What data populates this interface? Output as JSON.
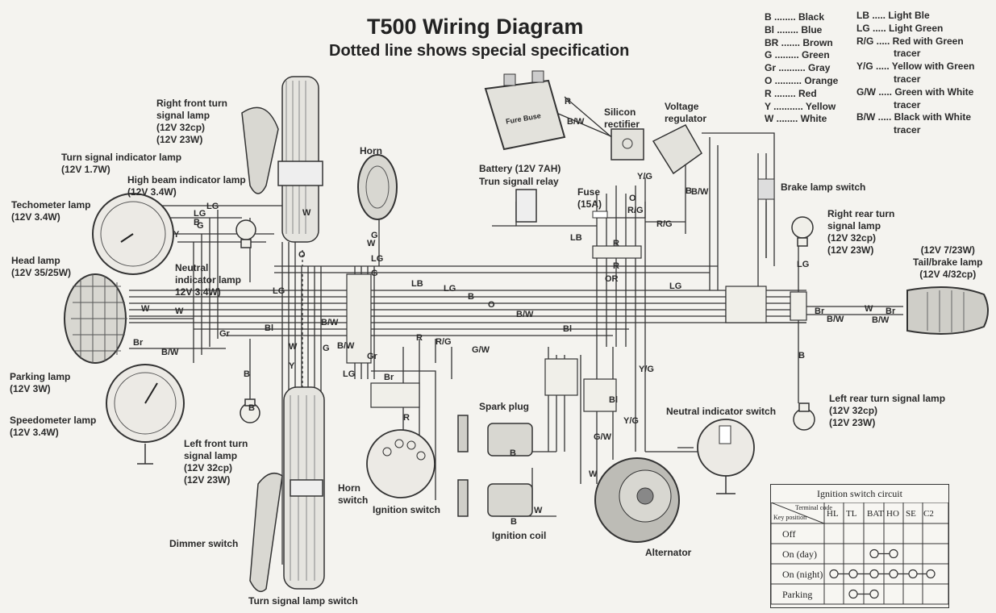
{
  "title": "T500 Wiring Diagram",
  "subtitle": "Dotted line shows special specification",
  "color_legend_left": [
    {
      "code": "B",
      "dots": "........",
      "name": "Black"
    },
    {
      "code": "Bl",
      "dots": "........",
      "name": "Blue"
    },
    {
      "code": "BR",
      "dots": ".......",
      "name": "Brown"
    },
    {
      "code": "G",
      "dots": ".........",
      "name": "Green"
    },
    {
      "code": "Gr",
      "dots": "..........",
      "name": "Gray"
    },
    {
      "code": "O",
      "dots": "..........",
      "name": "Orange"
    },
    {
      "code": "R",
      "dots": "........",
      "name": "Red"
    },
    {
      "code": "Y",
      "dots": "...........",
      "name": "Yellow"
    },
    {
      "code": "W",
      "dots": "........",
      "name": "White"
    }
  ],
  "color_legend_right": [
    {
      "code": "LB",
      "dots": ".....",
      "name": "Light Ble"
    },
    {
      "code": "LG",
      "dots": ".....",
      "name": "Light Green"
    },
    {
      "code": "R/G",
      "dots": ".....",
      "name": "Red with Green",
      "sub": "tracer"
    },
    {
      "code": "Y/G",
      "dots": ".....",
      "name": "Yellow with Green",
      "sub": "tracer"
    },
    {
      "code": "G/W",
      "dots": ".....",
      "name": "Green with White",
      "sub": "tracer"
    },
    {
      "code": "B/W",
      "dots": ".....",
      "name": "Black with White",
      "sub": "tracer"
    }
  ],
  "components": {
    "right_front_turn": "Right front turn\nsignal lamp\n(12V 32cp)\n(12V 23W)",
    "turn_indicator": "Turn signal indicator lamp\n(12V 1.7W)",
    "high_beam": "High beam indicator lamp\n(12V 3.4W)",
    "tachometer": "Techometer lamp\n(12V 3.4W)",
    "head_lamp": "Head lamp\n(12V 35/25W)",
    "neutral_indicator": "Neutral\nindicator lamp\n12V 3.4W)",
    "parking_lamp": "Parking lamp\n(12V 3W)",
    "speedometer": "Speedometer lamp\n(12V 3.4W)",
    "left_front_turn": "Left front turn\nsignal lamp\n(12V 32cp)\n(12V 23W)",
    "horn": "Horn",
    "horn_switch": "Horn\nswitch",
    "dimmer_switch": "Dimmer switch",
    "turn_switch": "Turn signal lamp switch",
    "battery": "Battery (12V 7AH)",
    "turn_relay": "Trun signall relay",
    "fuse": "Fuse\n(15A)",
    "silicon_rectifier": "Silicon\nrectifier",
    "voltage_regulator": "Voltage\nregulator",
    "brake_switch": "Brake lamp switch",
    "right_rear_turn": "Right rear turn\nsignal lamp\n(12V 32cp)\n(12V 23W)",
    "tail_lamp": "(12V 7/23W)\nTail/brake lamp\n(12V 4/32cp)",
    "left_rear_turn": "Left rear turn signal lamp\n(12V 32cp)\n(12V 23W)",
    "neutral_switch": "Neutral indicator switch",
    "spark_plug": "Spark plug",
    "ignition_switch": "Ignition switch",
    "ignition_coil": "Ignition coil",
    "alternator": "Alternator",
    "battery_face": "Fure Buse"
  },
  "wire_labels": [
    {
      "t": "LG"
    },
    {
      "t": "LG"
    },
    {
      "t": "LG"
    },
    {
      "t": "LG"
    },
    {
      "t": "LG"
    },
    {
      "t": "LG"
    },
    {
      "t": "LG"
    },
    {
      "t": "LG"
    },
    {
      "t": "B"
    },
    {
      "t": "B"
    },
    {
      "t": "B"
    },
    {
      "t": "B"
    },
    {
      "t": "B"
    },
    {
      "t": "B"
    },
    {
      "t": "B"
    },
    {
      "t": "B"
    },
    {
      "t": "Y"
    },
    {
      "t": "Y"
    },
    {
      "t": "O"
    },
    {
      "t": "O"
    },
    {
      "t": "O"
    },
    {
      "t": "OR"
    },
    {
      "t": "W"
    },
    {
      "t": "W"
    },
    {
      "t": "W"
    },
    {
      "t": "W"
    },
    {
      "t": "W"
    },
    {
      "t": "W"
    },
    {
      "t": "W"
    },
    {
      "t": "W"
    },
    {
      "t": "G"
    },
    {
      "t": "G"
    },
    {
      "t": "G"
    },
    {
      "t": "G"
    },
    {
      "t": "Gr"
    },
    {
      "t": "Gr"
    },
    {
      "t": "Br"
    },
    {
      "t": "Br"
    },
    {
      "t": "Br"
    },
    {
      "t": "Br"
    },
    {
      "t": "Bl"
    },
    {
      "t": "Bl"
    },
    {
      "t": "Bl"
    },
    {
      "t": "LB"
    },
    {
      "t": "LB"
    },
    {
      "t": "R"
    },
    {
      "t": "R"
    },
    {
      "t": "R"
    },
    {
      "t": "R"
    },
    {
      "t": "R"
    },
    {
      "t": "R/G"
    },
    {
      "t": "R/G"
    },
    {
      "t": "R/G"
    },
    {
      "t": "Y/G"
    },
    {
      "t": "Y/G"
    },
    {
      "t": "Y/G"
    },
    {
      "t": "G/W"
    },
    {
      "t": "G/W"
    },
    {
      "t": "B/W"
    },
    {
      "t": "B/W"
    },
    {
      "t": "B/W"
    },
    {
      "t": "B/W"
    },
    {
      "t": "B/W"
    },
    {
      "t": "B/W"
    },
    {
      "t": "B/W"
    },
    {
      "t": "B/W"
    }
  ],
  "ignition_table": {
    "caption": "Ignition switch circuit",
    "corner_top": "Terminal code",
    "corner_bottom": "Key position",
    "columns": [
      "HL",
      "TL",
      "BAT",
      "HO",
      "SE",
      "C2"
    ],
    "rows": [
      {
        "label": "Off",
        "connected": []
      },
      {
        "label": "On (day)",
        "connected": [
          "BAT",
          "HO"
        ]
      },
      {
        "label": "On (night)",
        "connected": [
          "HL",
          "TL",
          "BAT",
          "HO",
          "SE",
          "C2"
        ]
      },
      {
        "label": "Parking",
        "connected": [
          "TL",
          "BAT"
        ]
      }
    ]
  }
}
